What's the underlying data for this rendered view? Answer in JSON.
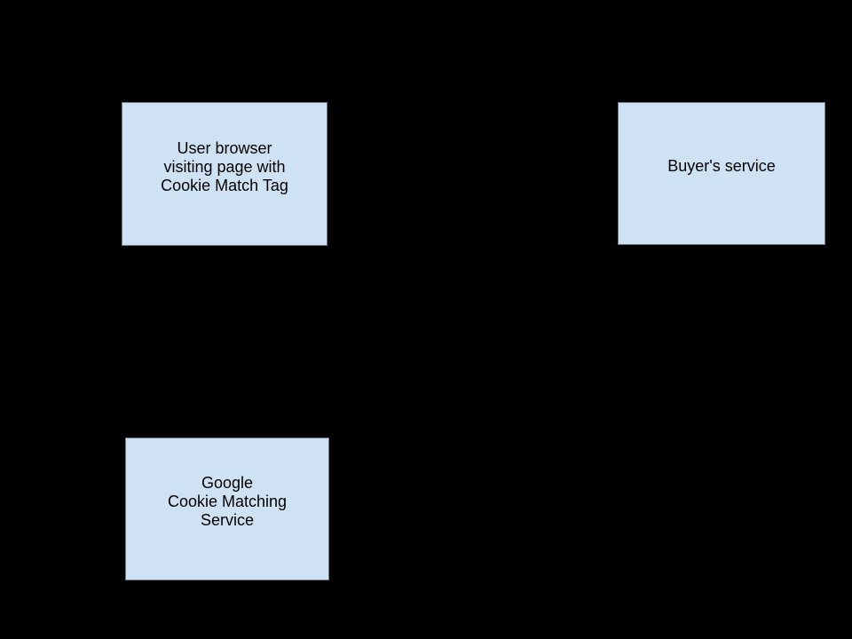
{
  "diagram": {
    "colors": {
      "canvas-bg": "#000000",
      "node-fill": "#cfe2f3",
      "node-border": "#6f7d8a",
      "node-text": "#000000"
    },
    "nodes": {
      "user_browser": {
        "label": "User browser\nvisiting page with\nCookie Match Tag"
      },
      "buyers_service": {
        "label": "Buyer's service"
      },
      "google_cookie_matching": {
        "label": "Google\nCookie Matching\nService"
      }
    }
  }
}
